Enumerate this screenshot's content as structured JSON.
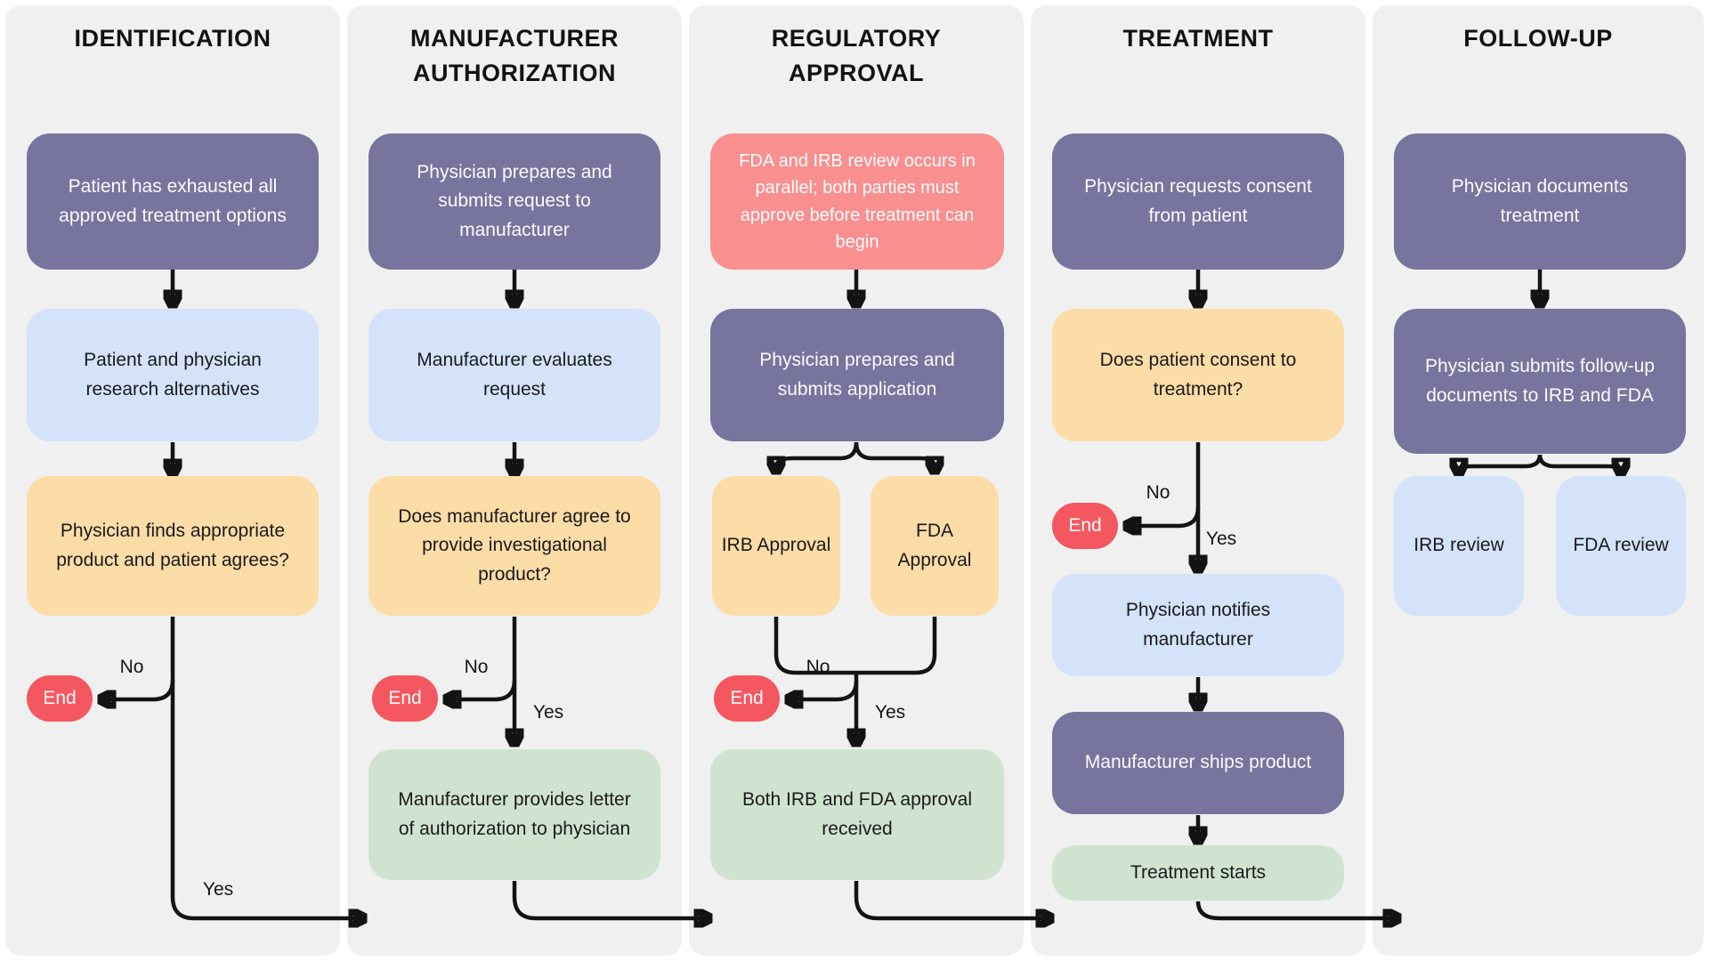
{
  "connector_labels": {
    "no": "No",
    "yes": "Yes",
    "end_label": "End"
  },
  "columns": [
    {
      "title": "IDENTIFICATION",
      "boxes": [
        {
          "kind": "step",
          "text": "Patient has exhausted all approved treatment options"
        },
        {
          "kind": "info",
          "text": "Patient and physician research alternatives"
        },
        {
          "kind": "decision",
          "text": "Physician finds appropriate product and patient agrees?"
        }
      ]
    },
    {
      "title": "MANUFACTURER\nAUTHORIZATION",
      "boxes": [
        {
          "kind": "step",
          "text": "Physician prepares and submits request to manufacturer"
        },
        {
          "kind": "info",
          "text": "Manufacturer evaluates request"
        },
        {
          "kind": "decision",
          "text": "Does manufacturer agree to provide investigational product?"
        },
        {
          "kind": "outcome",
          "text": "Manufacturer provides letter of authorization to physician"
        }
      ]
    },
    {
      "title": "REGULATORY\nAPPROVAL",
      "boxes": [
        {
          "kind": "note",
          "text": "FDA and IRB review occurs in parallel; both parties must approve before treatment can begin"
        },
        {
          "kind": "step",
          "text": "Physician prepares and submits application"
        },
        {
          "kind": "decision",
          "text": "IRB Approval"
        },
        {
          "kind": "decision",
          "text": "FDA Approval"
        },
        {
          "kind": "outcome",
          "text": "Both IRB and FDA approval received"
        }
      ]
    },
    {
      "title": "TREATMENT",
      "boxes": [
        {
          "kind": "step",
          "text": "Physician requests consent from patient"
        },
        {
          "kind": "decision",
          "text": "Does patient consent to treatment?"
        },
        {
          "kind": "info",
          "text": "Physician notifies manufacturer"
        },
        {
          "kind": "step",
          "text": "Manufacturer ships product"
        },
        {
          "kind": "outcome",
          "text": "Treatment starts"
        }
      ]
    },
    {
      "title": "FOLLOW-UP",
      "boxes": [
        {
          "kind": "step",
          "text": "Physician documents treatment"
        },
        {
          "kind": "step",
          "text": "Physician submits follow-up documents to IRB and FDA"
        },
        {
          "kind": "info",
          "text": "IRB review"
        },
        {
          "kind": "info",
          "text": "FDA review"
        }
      ]
    }
  ],
  "palette": {
    "step_purple": "#77759D",
    "info_blue": "#D4E3FA",
    "decision_orange": "#FCDCA7",
    "outcome_green": "#D0E3D1",
    "note_pink": "#F98F8F",
    "end_red": "#F4575F",
    "column_background": "#F0F0F1",
    "connector_ink": "#131313"
  }
}
